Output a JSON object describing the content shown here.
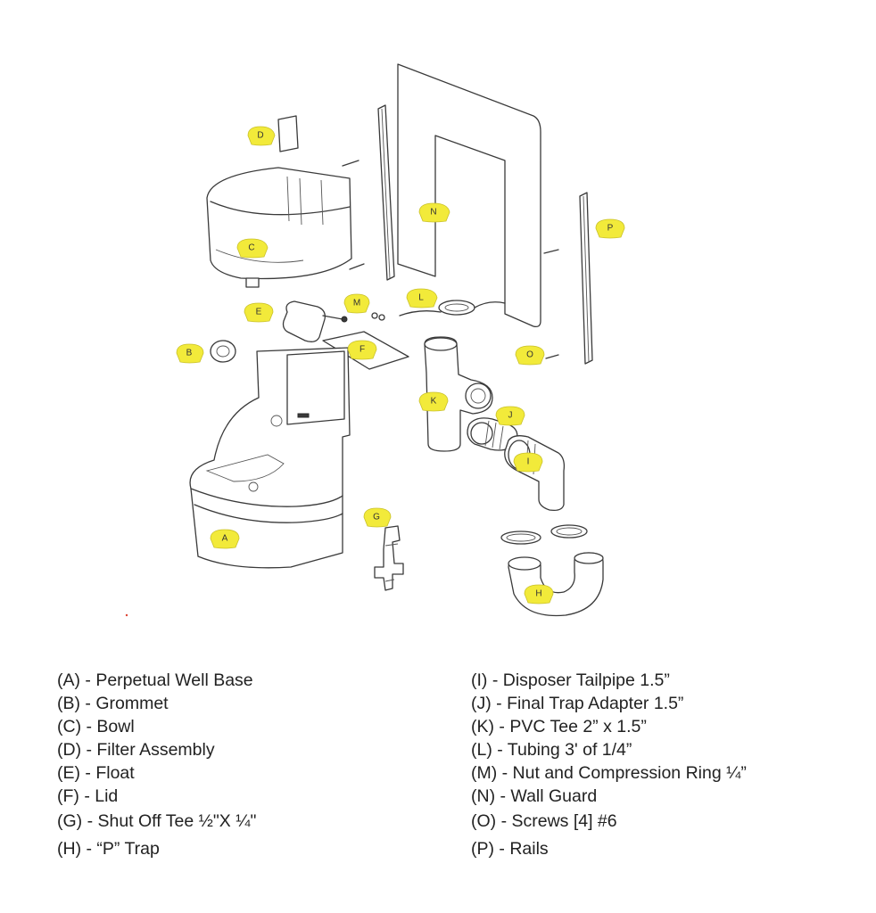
{
  "callouts": {
    "A": "A",
    "B": "B",
    "C": "C",
    "D": "D",
    "E": "E",
    "F": "F",
    "G": "G",
    "H": "H",
    "I": "I",
    "J": "J",
    "K": "K",
    "L": "L",
    "M": "M",
    "N": "N",
    "O": "O",
    "P": "P"
  },
  "legend_left": [
    "(A)  - Perpetual Well Base",
    "(B)  - Grommet",
    "(C)  - Bowl",
    "(D)  - Filter Assembly",
    "(E)  - Float",
    "(F)  - Lid",
    "(G) - Shut Off Tee ½\"X ¼\"",
    "(H)  - “P” Trap"
  ],
  "legend_right": [
    "(I)  - Disposer Tailpipe 1.5”",
    "(J)  - Final Trap Adapter 1.5”",
    "(K)  - PVC Tee 2” x 1.5”",
    "(L)  - Tubing 3' of 1/4”",
    "(M)  - Nut and Compression Ring ¼”",
    "(N)  - Wall Guard",
    "(O)  - Screws [4] #6",
    "(P)  - Rails"
  ],
  "colors": {
    "callout_fill": "#f2ea3a",
    "line": "#3a3a3a"
  }
}
